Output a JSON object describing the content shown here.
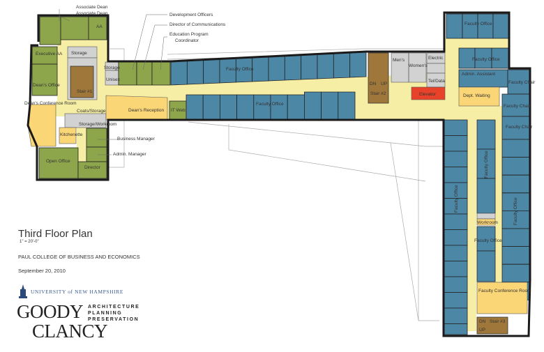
{
  "plan": {
    "title": "Third Floor Plan",
    "scale": "1\" = 20'-0\"",
    "college": "PAUL COLLEGE OF BUSINESS AND ECONOMICS",
    "date": "September 20, 2010"
  },
  "logos": {
    "unh": "UNIVERSITY of NEW HAMPSHIRE",
    "firm_line1": "GOODY",
    "firm_line2": "CLANCY",
    "firm_services": [
      "ARCHITECTURE",
      "PLANNING",
      "PRESERVATION"
    ]
  },
  "callouts": {
    "associate_dean_1": "Associate Dean",
    "associate_dean_2": "Associate Dean",
    "development_officers": "Development Officers",
    "director_communications": "Director of Communications",
    "education_program_1": "Education Program",
    "education_program_2": "Coordinator",
    "business_manager": "Business Manager",
    "admin_manager": "Admin. Manager"
  },
  "rooms": {
    "aa": "AA",
    "executive_aa": "Executive AA",
    "storage": "Storage",
    "storage_small": "Storage",
    "unisex": "Unisex",
    "deans_office": "Dean's Office",
    "stair1": "Stair #1",
    "deans_conference": "Dean's Conference Room",
    "coats_storage": "Coats/Storage",
    "storage_workroom": "Storage/Workroom",
    "kitchenette": "Kitchenette",
    "open_office": "Open Office",
    "director": "Director",
    "deans_reception": "Dean's Reception",
    "it_web": "IT Web",
    "faculty_office_north": "Faculty Office",
    "faculty_office_south": "Faculty Office",
    "stair2": "Stair #2",
    "mens": "Men's",
    "womens": "Women's",
    "electric": "Electric",
    "tel_data": "Tel/Data",
    "elevator": "Elevator",
    "faculty_office_ne1": "Faculty Office",
    "faculty_office_ne2": "Faculty Office",
    "admin_assistant": "Admin. Assistant",
    "dept_waiting": "Dept. Waiting",
    "faculty_chair_1": "Faculty Chair",
    "faculty_chair_2": "Faculty Chair",
    "faculty_chair_3": "Faculty Chair",
    "faculty_office_west_col": "Faculty Office",
    "faculty_office_mid_col": "Faculty Office",
    "faculty_office_east_col": "Faculty Office",
    "workroom": "Workroom",
    "faculty_office_mid": "Faculty Office",
    "faculty_conference": "Faculty Conference Room",
    "stair3": "Stair #3",
    "dn": "DN",
    "up": "UP"
  },
  "colors": {
    "admin_office": "#8ea64b",
    "faculty_office": "#4d87a6",
    "corridor": "#f6eea4",
    "public_space": "#fbd676",
    "stair": "#a0773a",
    "service": "#d2d2d2",
    "elevator": "#e8432a"
  }
}
